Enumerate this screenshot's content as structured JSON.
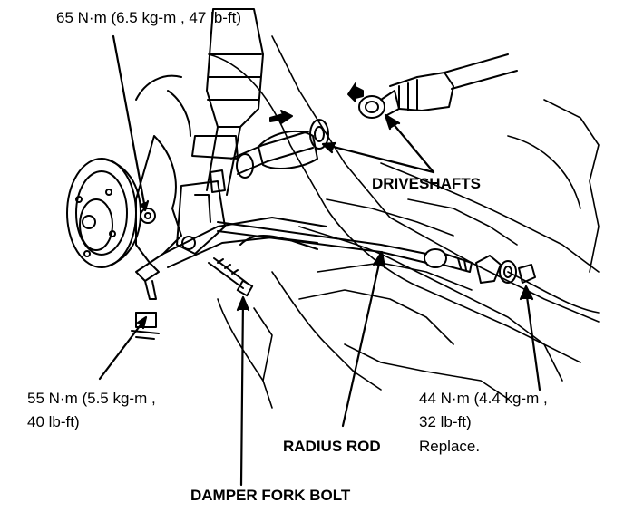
{
  "torque_upper": "65 N·m (6.5 kg-m , 47 lb-ft)",
  "torque_lower_left_line1": "55 N·m (5.5 kg-m ,",
  "torque_lower_left_line2": "40 lb-ft)",
  "torque_right_line1": "44 N·m (4.4 kg-m ,",
  "torque_right_line2": "32 lb-ft)",
  "driveshafts": "DRIVESHAFTS",
  "radius_rod": "RADIUS ROD",
  "replace_note": "Replace.",
  "damper_fork_bolt": "DAMPER FORK BOLT"
}
